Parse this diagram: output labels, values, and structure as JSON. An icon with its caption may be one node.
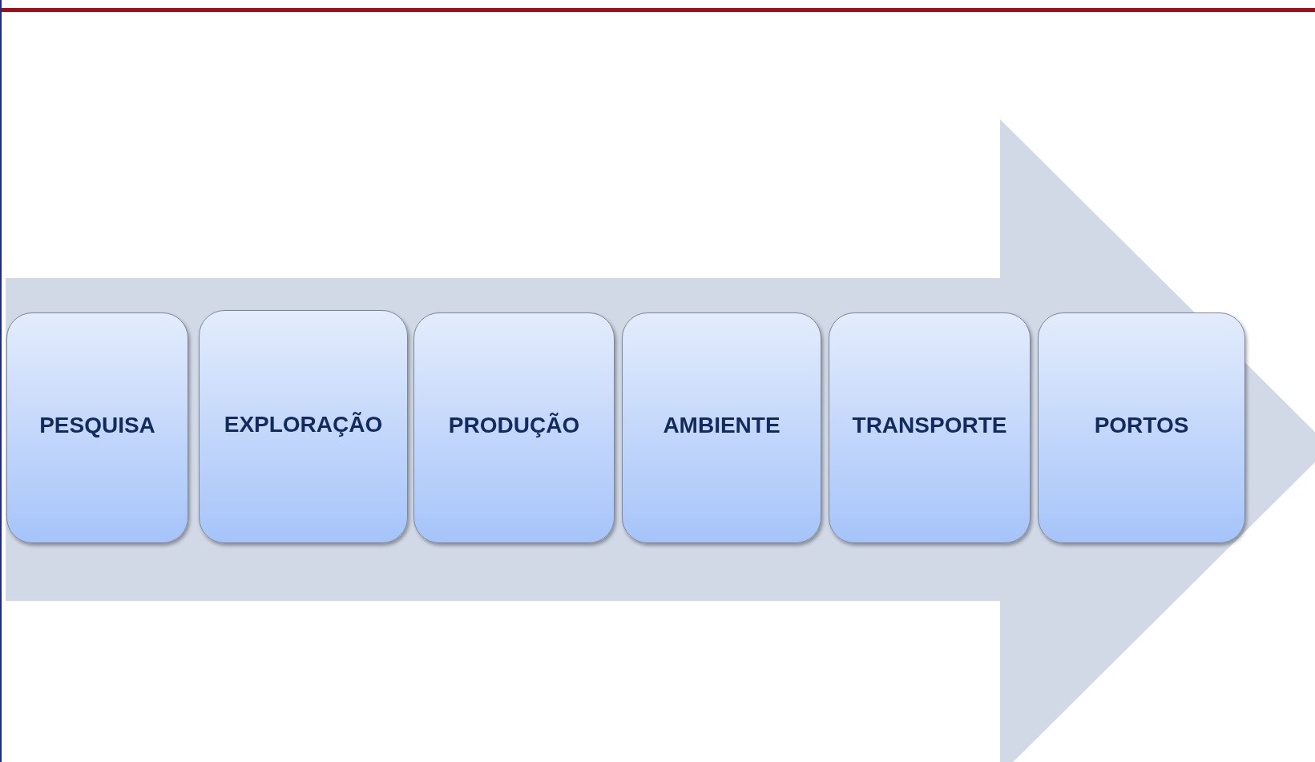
{
  "diagram": {
    "nodes": [
      {
        "text": [
          "PESQUISA"
        ]
      },
      {
        "text": [
          "EXPLORAÇÃO"
        ]
      },
      {
        "text": [
          "PRODUÇÃO"
        ]
      },
      {
        "text": [
          "AMBIENTE"
        ]
      },
      {
        "text": [
          "TRANSPORTE"
        ]
      },
      {
        "text": [
          "PORTOS"
        ]
      }
    ]
  }
}
